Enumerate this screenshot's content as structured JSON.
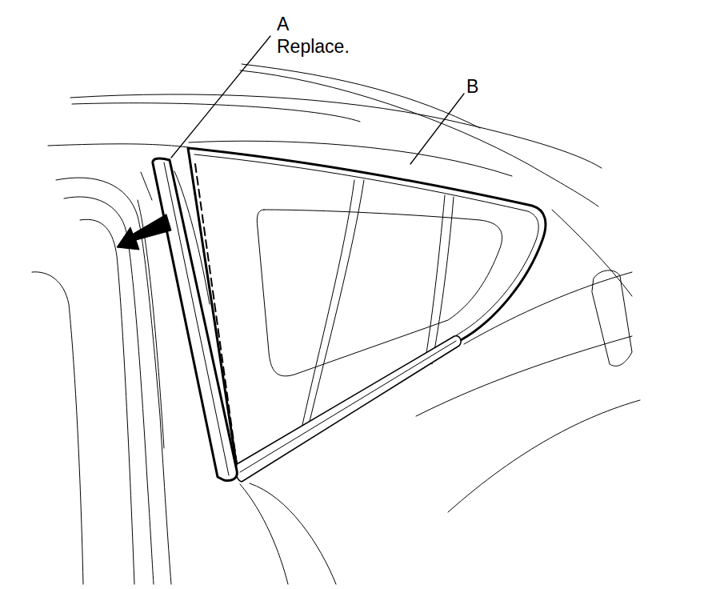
{
  "diagram": {
    "labels": [
      "A",
      "Replace.",
      "B"
    ]
  }
}
